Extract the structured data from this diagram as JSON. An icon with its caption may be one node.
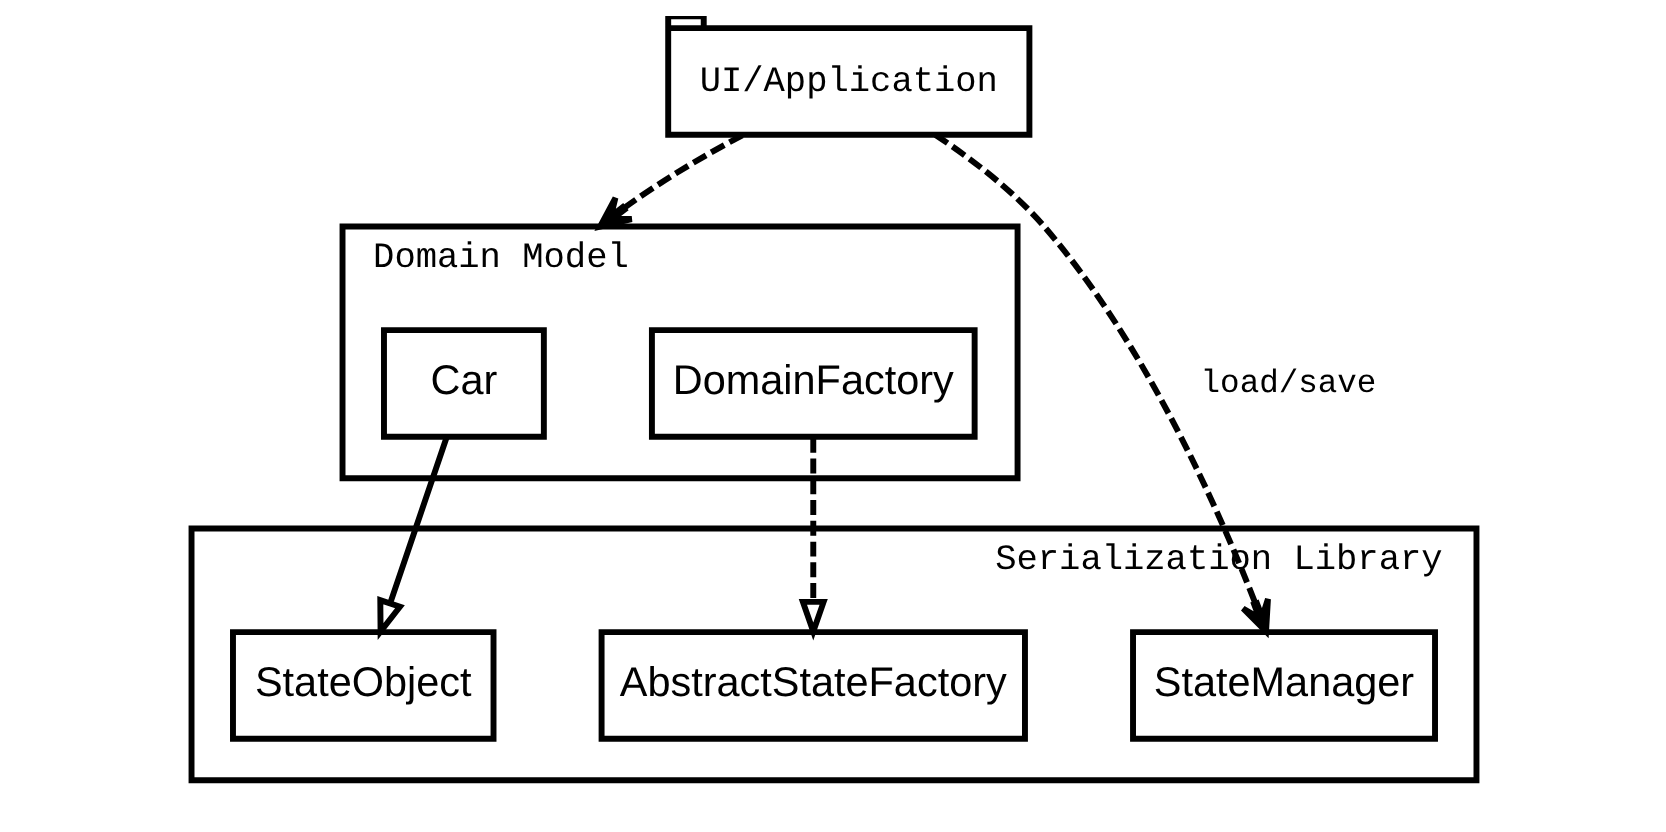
{
  "diagram": {
    "nodes": [
      {
        "text": [
          "UI/Application"
        ]
      },
      {
        "text": [
          "Domain Model"
        ]
      },
      {
        "text": [
          "Car"
        ],
        "in": 1
      },
      {
        "text": [
          "DomainFactory"
        ],
        "in": 1
      },
      {
        "text": [
          "Serialization Library"
        ]
      },
      {
        "text": [
          "StateObject"
        ],
        "in": 4
      },
      {
        "text": [
          "AbstractStateFactory"
        ],
        "in": 4
      },
      {
        "text": [
          "StateManager"
        ],
        "in": 4
      }
    ],
    "edges": [
      {
        "from": 0,
        "to": 1,
        "arrow": "to",
        "style": "dashed"
      },
      {
        "from": 0,
        "to": 7,
        "arrow": "to",
        "style": "dashed",
        "label": "load/save"
      },
      {
        "from": 2,
        "to": 5,
        "arrow": "to"
      },
      {
        "from": 3,
        "to": 6,
        "arrow": "to",
        "style": "dashed"
      }
    ]
  }
}
